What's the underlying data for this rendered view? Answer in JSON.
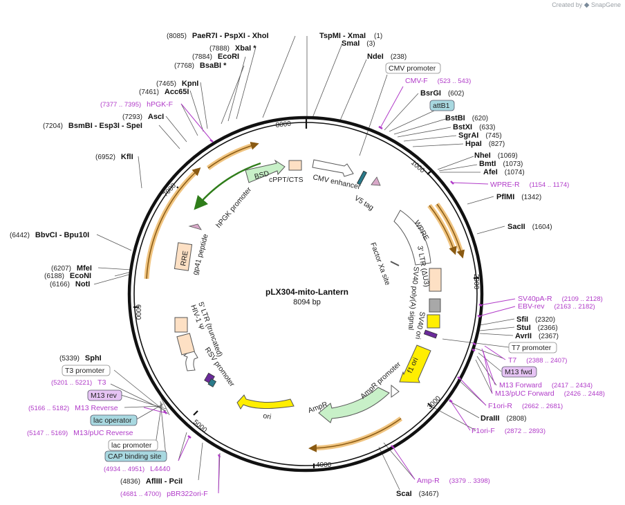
{
  "credit": {
    "prefix": "Created by",
    "brand": "SnapGene"
  },
  "title": "pLX304-mito-Lantern",
  "size_label": "8094 bp",
  "total_bp": 8094,
  "ticks": [
    "1000",
    "2000",
    "3000",
    "4000",
    "5000",
    "6000",
    "7000",
    "8000"
  ],
  "sites": [
    {
      "name": "TspMI   - XmaI",
      "pos": "(1)"
    },
    {
      "name": "SmaI",
      "pos": "(3)"
    },
    {
      "name": "NdeI",
      "pos": "(238)"
    },
    {
      "name": "BsrGI",
      "pos": "(602)"
    },
    {
      "name": "BstBI",
      "pos": "(620)"
    },
    {
      "name": "BstXI",
      "pos": "(633)"
    },
    {
      "name": "SgrAI",
      "pos": "(745)"
    },
    {
      "name": "HpaI",
      "pos": "(827)"
    },
    {
      "name": "NheI",
      "pos": "(1069)"
    },
    {
      "name": "BmtI",
      "pos": "(1073)"
    },
    {
      "name": "AfeI",
      "pos": "(1074)"
    },
    {
      "name": "PflMI",
      "pos": "(1342)"
    },
    {
      "name": "SacII",
      "pos": "(1604)"
    },
    {
      "name": "SfiI",
      "pos": "(2320)"
    },
    {
      "name": "StuI",
      "pos": "(2366)"
    },
    {
      "name": "AvrII",
      "pos": "(2367)"
    },
    {
      "name": "DraIII",
      "pos": "(2808)"
    },
    {
      "name": "ScaI",
      "pos": "(3467)"
    },
    {
      "name": "AflIII  - PciI",
      "pos": "(4836)"
    },
    {
      "name": "SphI",
      "pos": "(5339)"
    },
    {
      "name": "NotI",
      "pos": "(6166)"
    },
    {
      "name": "EcoNI",
      "pos": "(6188)"
    },
    {
      "name": "MfeI",
      "pos": "(6207)"
    },
    {
      "name": "BbvCI   - Bpu10I",
      "pos": "(6442)"
    },
    {
      "name": "KflI",
      "pos": "(6952)"
    },
    {
      "name": "BsmBI   - Esp3I   - SpeI",
      "pos": "(7204)"
    },
    {
      "name": "AscI",
      "pos": "(7293)"
    },
    {
      "name": "Acc65I",
      "pos": "(7461)"
    },
    {
      "name": "KpnI",
      "pos": "(7465)"
    },
    {
      "name": "BsaBI  *",
      "pos": "(7768)"
    },
    {
      "name": "EcoRI",
      "pos": "(7884)"
    },
    {
      "name": "XbaI  *",
      "pos": "(7888)"
    },
    {
      "name": "PaeR7I   - PspXI   - XhoI",
      "pos": "(8085)"
    }
  ],
  "primers": [
    {
      "name": "CMV-F",
      "pos": "(523 .. 543)"
    },
    {
      "name": "WPRE-R",
      "pos": "(1154 .. 1174)"
    },
    {
      "name": "SV40pA-R",
      "pos": "(2109 .. 2128)"
    },
    {
      "name": "EBV-rev",
      "pos": "(2163 .. 2182)"
    },
    {
      "name": "T7",
      "pos": "(2388 .. 2407)"
    },
    {
      "name": "M13 Forward",
      "pos": "(2417 .. 2434)"
    },
    {
      "name": "M13/pUC Forward",
      "pos": "(2426 .. 2448)"
    },
    {
      "name": "F1ori-R",
      "pos": "(2662 .. 2681)"
    },
    {
      "name": "F1ori-F",
      "pos": "(2872 .. 2893)"
    },
    {
      "name": "Amp-R",
      "pos": "(3379 .. 3398)"
    },
    {
      "name": "pBR322ori-F",
      "pos": "(4681 .. 4700)"
    },
    {
      "name": "L4440",
      "pos": "(4934 .. 4951)"
    },
    {
      "name": "M13/pUC Reverse",
      "pos": "(5147 .. 5169)"
    },
    {
      "name": "M13 Reverse",
      "pos": "(5166 .. 5182)"
    },
    {
      "name": "T3",
      "pos": "(5201 .. 5221)"
    },
    {
      "name": "hPGK-F",
      "pos": "(7377 .. 7395)"
    }
  ],
  "boxes": [
    "CMV promoter",
    "attB1",
    "T7 promoter",
    "M13 fwd",
    "T3 promoter",
    "M13 rev",
    "lac operator",
    "lac promoter",
    "CAP binding site"
  ],
  "features": {
    "cmv_enhancer": "CMV enhancer",
    "v5_tag": "V5 tag",
    "wpre": "WPRE",
    "ltr3": "3' LTR (ΔU3)",
    "sv40_polya": "SV40 poly(A) signal",
    "sv40_ori": "SV40 ori",
    "f1_ori": "f1 ori",
    "ampr_promoter": "AmpR promoter",
    "ampr": "AmpR",
    "ori": "ori",
    "rsv_promoter": "RSV promoter",
    "ltr5": "5' LTR (truncated)",
    "hiv_psi": "HIV-1 Ψ",
    "rre": "RRE",
    "gp41": "gp41 peptide",
    "hpgk": "hPGK promoter",
    "bsd": "BSD",
    "cppt": "cPPT/CTS",
    "factor_xa": "Factor Xa site"
  },
  "colors": {
    "backbone": "#111111",
    "orf_outline": "#f0c480",
    "orf_arrow": "#8a5a12",
    "bsd_arrow": "#2f7d1a",
    "bsd_fill": "#c8f0c8",
    "ori_fill": "#ffee00",
    "ltr_fill": "#fde0c4",
    "primer": "#b03ac8",
    "box_teal": "#a8d8e0",
    "box_purple": "#e6c4f4"
  }
}
